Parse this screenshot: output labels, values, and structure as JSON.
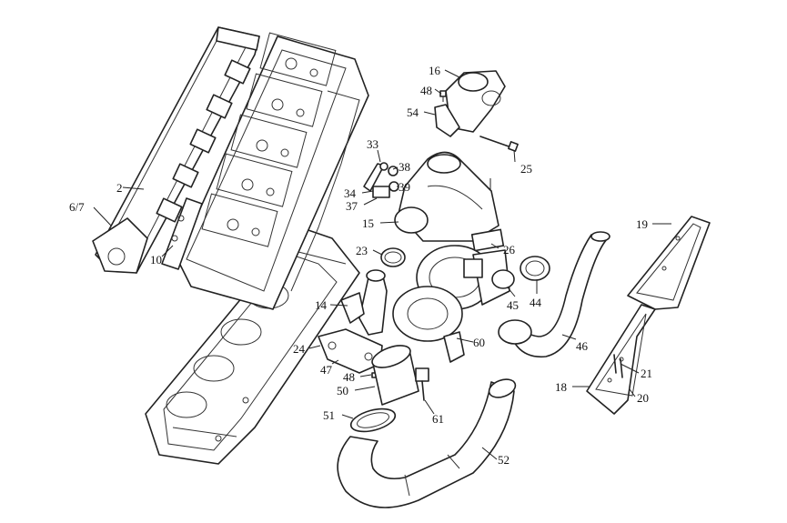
{
  "callouts": {
    "c2": "2",
    "c6_7": "6/7",
    "c10": "10",
    "c14": "14",
    "c15": "15",
    "c16": "16",
    "c18": "18",
    "c19": "19",
    "c20": "20",
    "c21": "21",
    "c23": "23",
    "c24": "24",
    "c25": "25",
    "c26": "26",
    "c33": "33",
    "c34": "34",
    "c37": "37",
    "c38": "38",
    "c39": "39",
    "c44": "44",
    "c45": "45",
    "c46": "46",
    "c47": "47",
    "c48a": "48",
    "c48b": "48",
    "c50": "50",
    "c51": "51",
    "c52": "52",
    "c54": "54",
    "c60": "60",
    "c61": "61"
  }
}
